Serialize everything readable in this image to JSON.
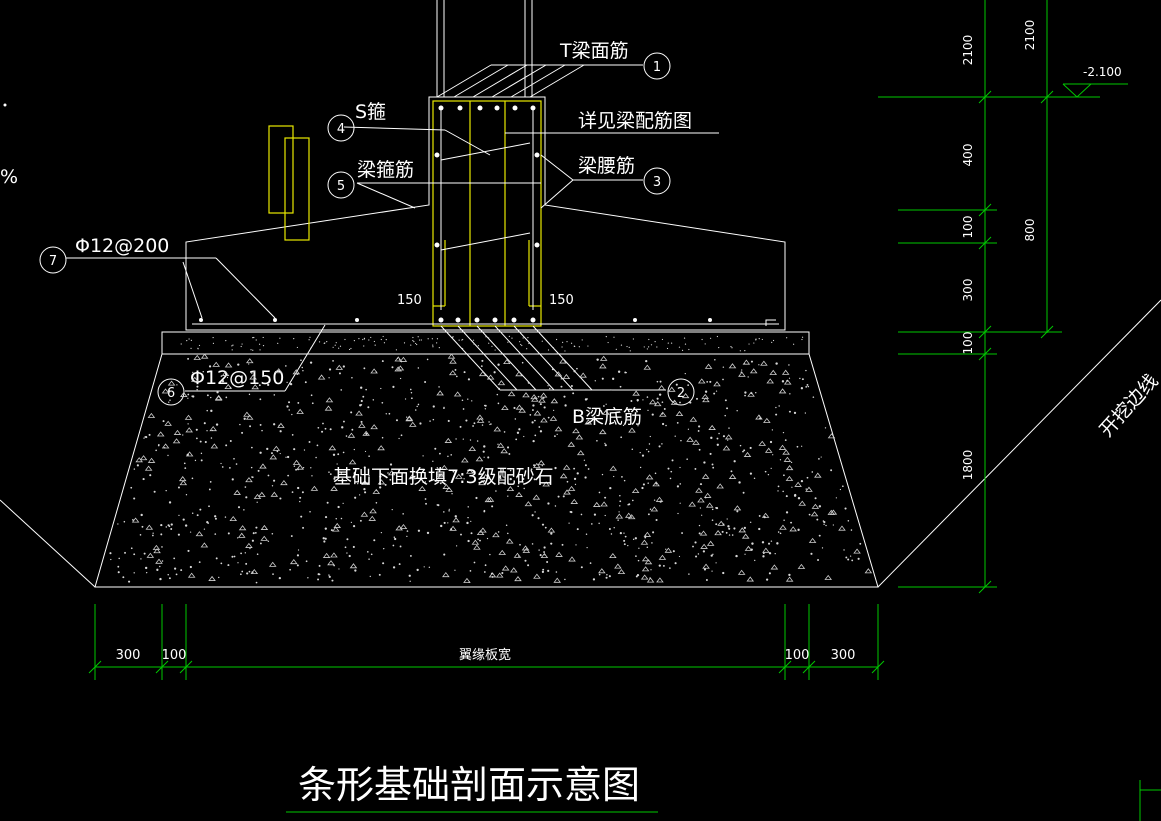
{
  "title": "条形基础剖面示意图",
  "elevation": "-2.100",
  "callouts": {
    "c1": {
      "num": "1",
      "label": "T梁面筋"
    },
    "c2": {
      "num": "2",
      "label": "B梁底筋"
    },
    "c3": {
      "num": "3",
      "label": "梁腰筋"
    },
    "c4": {
      "num": "4",
      "label": "S箍"
    },
    "c5": {
      "num": "5",
      "label": "梁箍筋"
    },
    "c6": {
      "num": "6",
      "label": "Φ12@150"
    },
    "c7": {
      "num": "7",
      "label": "Φ12@200"
    }
  },
  "notes": {
    "beam_detail": "详见梁配筋图",
    "backfill": "基础下面换填7:3级配砂石",
    "excavation": "开挖边线",
    "partial_percent": "%"
  },
  "beam_dims": {
    "left": "150",
    "right": "150"
  },
  "bottom_dims": {
    "d1": "300",
    "d2": "100",
    "mid": "翼缘板宽",
    "d3": "100",
    "d4": "300"
  },
  "vertical_dims": {
    "outer": [
      "2100",
      "400",
      "100",
      "300",
      "100",
      "1800"
    ],
    "inner": [
      "2100",
      "800"
    ]
  },
  "colors": {
    "background": "#000000",
    "lines": "#ffffff",
    "rebar": "#e8e800",
    "dimension": "#00c800"
  }
}
